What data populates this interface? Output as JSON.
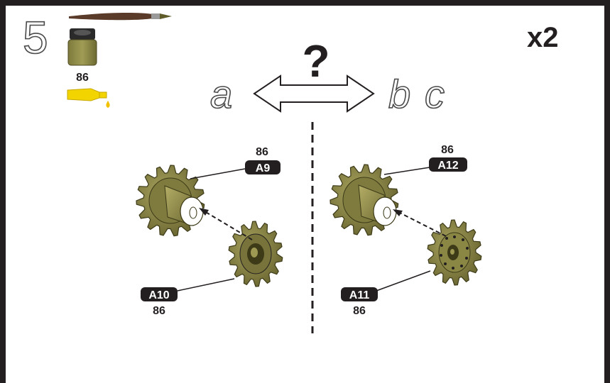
{
  "step": {
    "number": "5",
    "multiplier": "x2",
    "question": "?"
  },
  "paint": {
    "code": "86",
    "tools": [
      "brush-icon",
      "paint-jar-icon",
      "glue-tube-icon"
    ],
    "colors": {
      "olive": "#8b8746",
      "olive_dark": "#5f5c2a",
      "brush_handle": "#5a3a28",
      "glue": "#f2d500"
    }
  },
  "options": {
    "left": "a",
    "right_first": "b",
    "right_second": "c"
  },
  "assemblies": {
    "left": {
      "large_part": {
        "id": "A9",
        "paint": "86"
      },
      "small_part": {
        "id": "A10",
        "paint": "86"
      }
    },
    "right": {
      "large_part": {
        "id": "A12",
        "paint": "86"
      },
      "small_part": {
        "id": "A11",
        "paint": "86"
      }
    }
  }
}
